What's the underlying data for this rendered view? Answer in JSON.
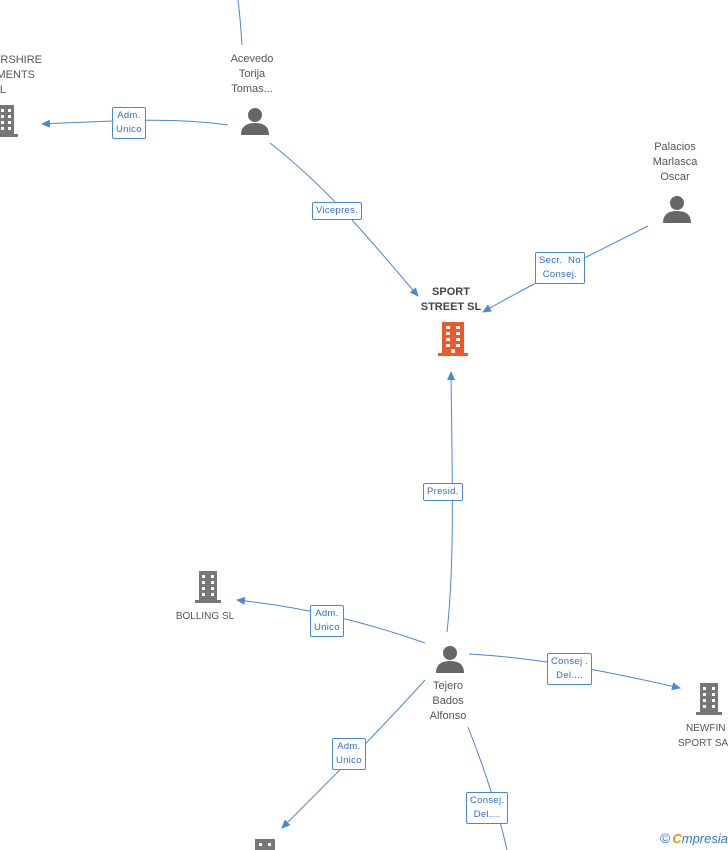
{
  "nodes": {
    "sport_street": {
      "lines": [
        "SPORT",
        "STREET SL"
      ]
    },
    "wiltshire": {
      "lines": [
        "ERSHIRE",
        "MENTS",
        "L"
      ]
    },
    "acevedo": {
      "lines": [
        "Acevedo",
        "Torija",
        "Tomas..."
      ]
    },
    "palacios": {
      "lines": [
        "Palacios",
        "Marlasca",
        "Oscar"
      ]
    },
    "bolling": {
      "lines": [
        "BOLLING SL"
      ]
    },
    "tejero": {
      "lines": [
        "Tejero",
        "Bados",
        "Alfonso"
      ]
    },
    "newfin": {
      "lines": [
        "NEWFIN",
        "SPORT SA"
      ]
    }
  },
  "edges": {
    "acevedo_wiltshire": {
      "lines": [
        "Adm.",
        "Unico"
      ]
    },
    "acevedo_sport": {
      "lines": [
        "Vicepres."
      ]
    },
    "palacios_sport": {
      "lines": [
        "Secr.  No",
        "Consej."
      ]
    },
    "tejero_sport": {
      "lines": [
        "Presid."
      ]
    },
    "tejero_bolling": {
      "lines": [
        "Adm.",
        "Unico"
      ]
    },
    "tejero_newfin": {
      "lines": [
        "Consej .",
        "Del...."
      ]
    },
    "tejero_bottom_left": {
      "lines": [
        "Adm.",
        "Unico"
      ]
    },
    "tejero_bottom": {
      "lines": [
        "Consej.",
        "Del...."
      ]
    }
  },
  "brand": {
    "copyright": "©",
    "first": "C",
    "rest": "mpresia"
  },
  "colors": {
    "edge": "#4a88d4",
    "main_company": "#f0582a",
    "company": "#777777",
    "person": "#666666"
  }
}
